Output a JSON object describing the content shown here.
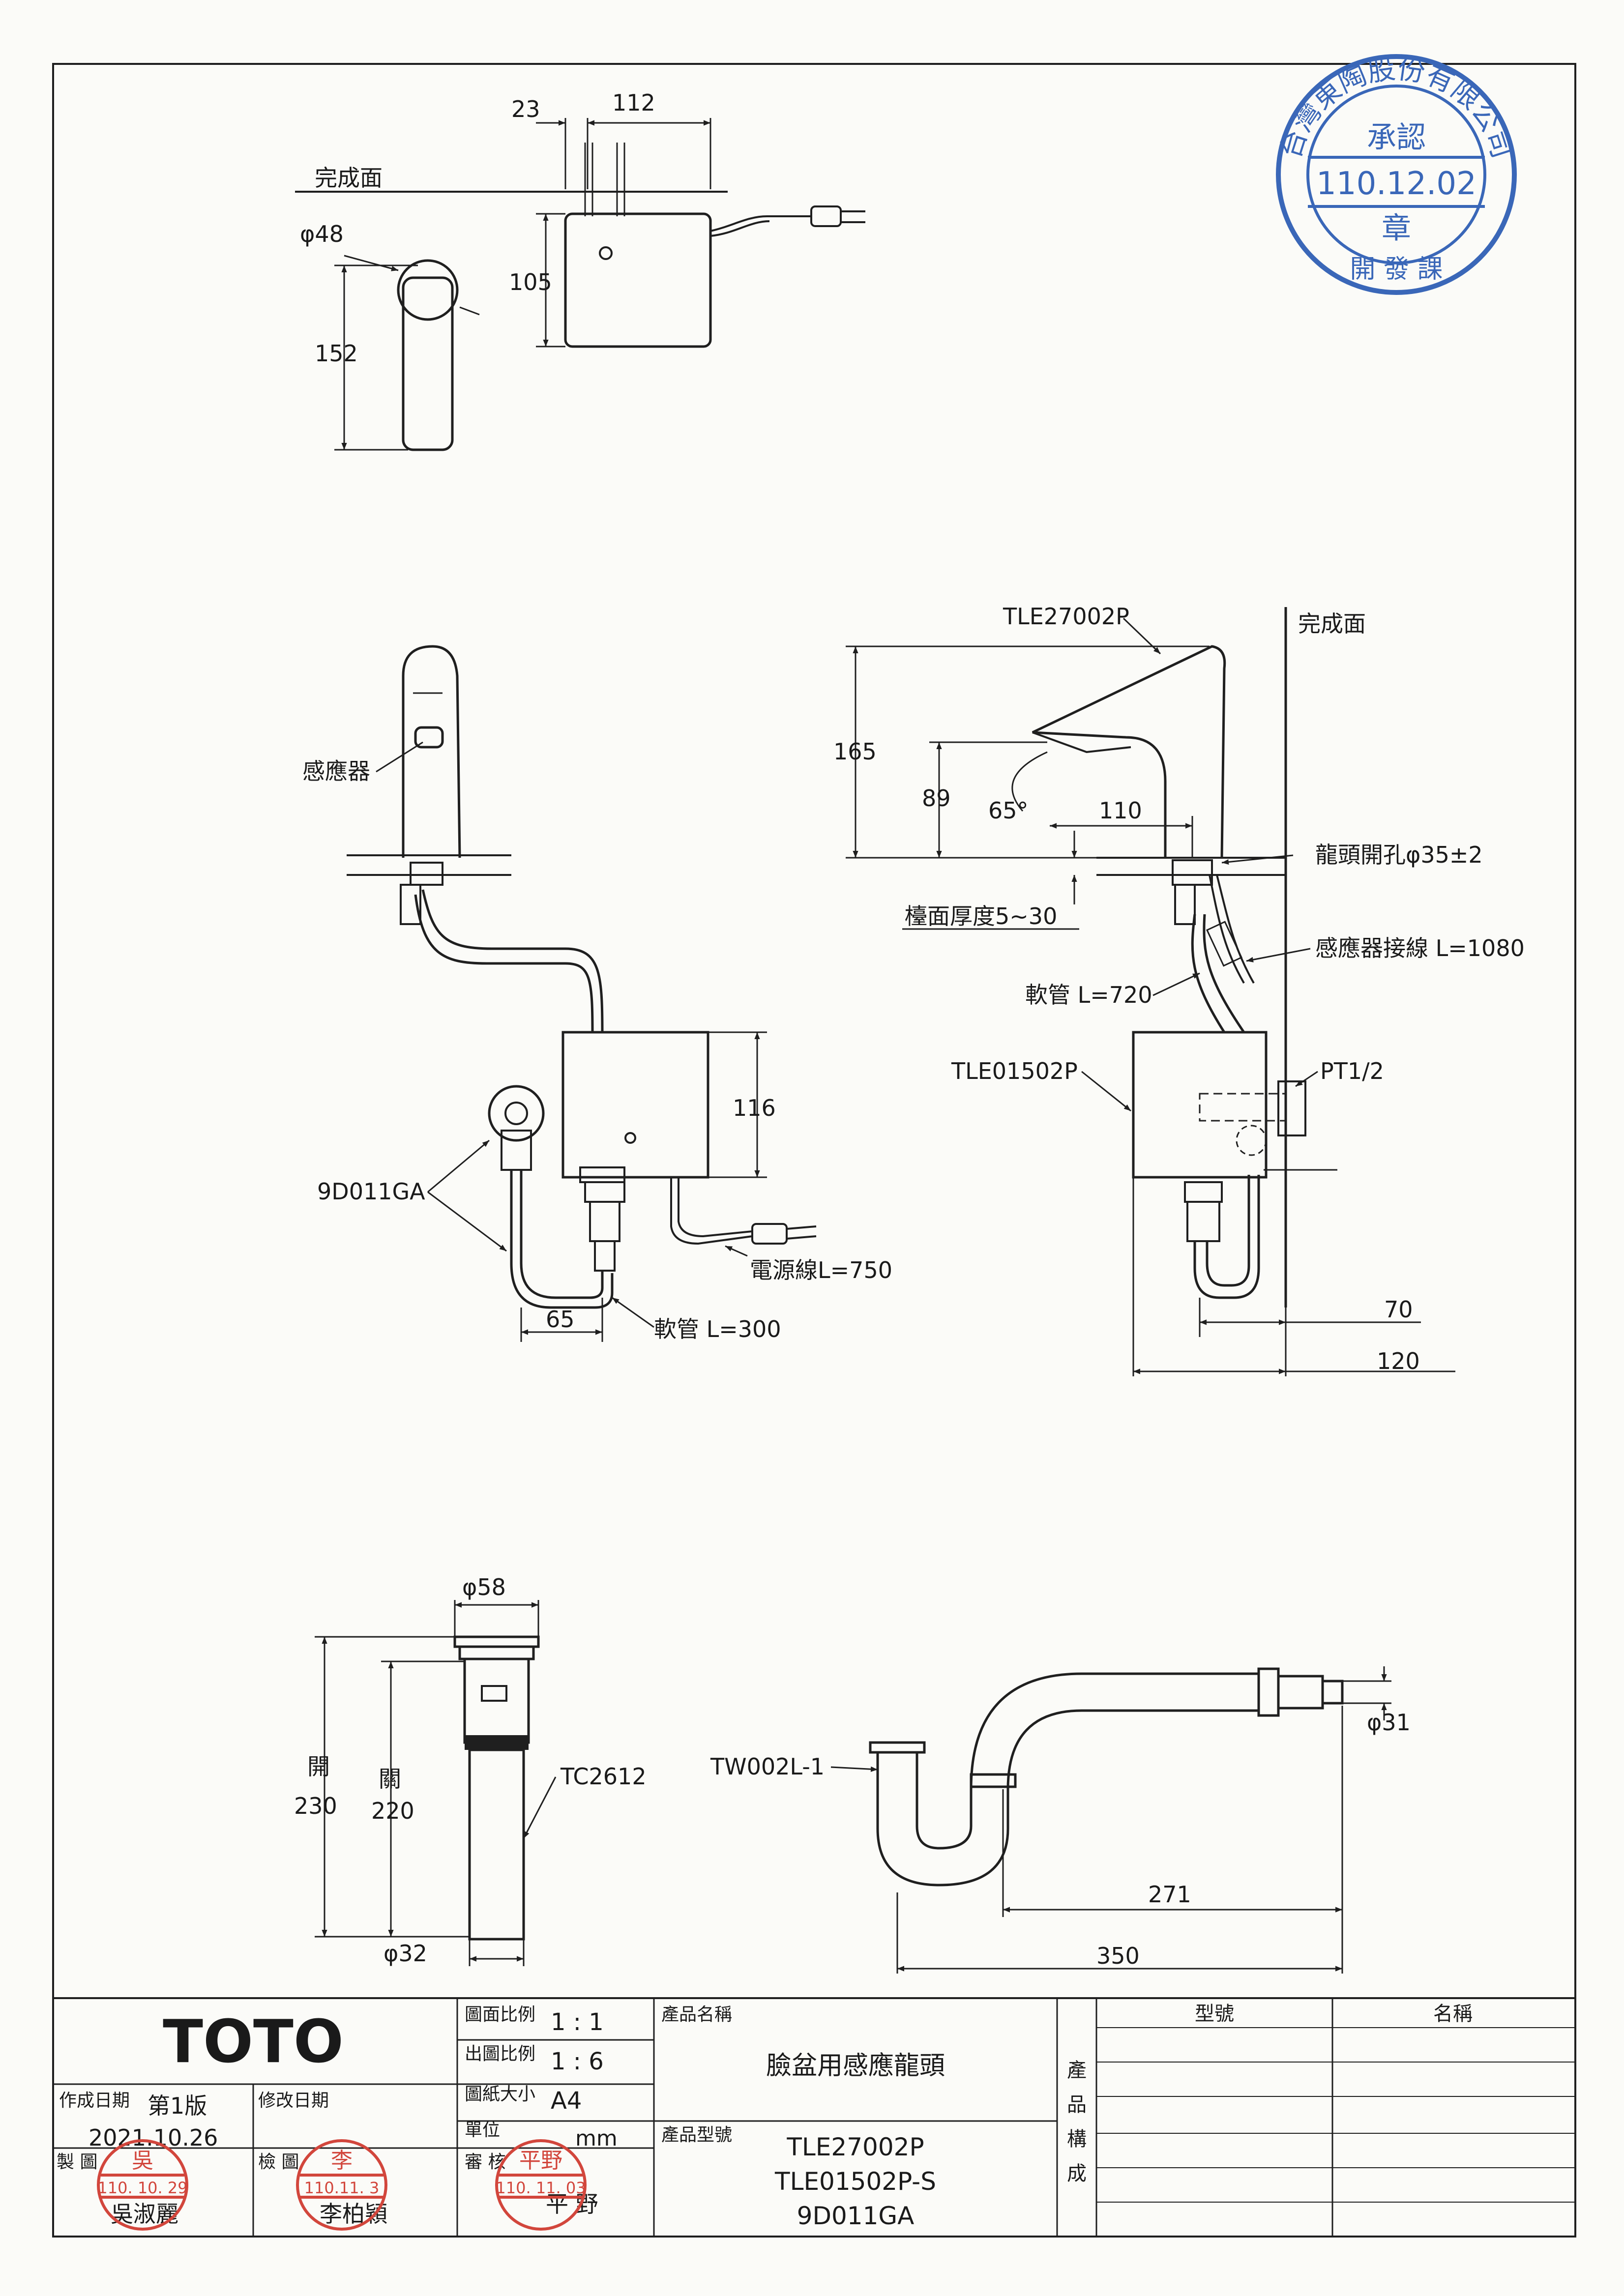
{
  "labels": {
    "top_view": {
      "finish_surface": "完成面",
      "dim_23": "23",
      "dim_112": "112",
      "dim_phi48": "φ48",
      "dim_105": "105",
      "dim_152": "152"
    },
    "front_view": {
      "sensor": "感應器",
      "dim_116": "116",
      "part_9d011ga": "9D011GA",
      "power_cord": "電源線L=750",
      "hose_300": "軟管 L=300",
      "dim_65": "65"
    },
    "side_view": {
      "part_faucet": "TLE27002P",
      "finish_surface": "完成面",
      "dim_165": "165",
      "dim_89": "89",
      "angle_65": "65°",
      "dim_110": "110",
      "hole": "龍頭開孔φ35±2",
      "counter_thickness": "檯面厚度5~30",
      "sensor_wire": "感應器接線 L=1080",
      "hose_720": "軟管 L=720",
      "part_control": "TLE01502P",
      "pt": "PT1/2",
      "dim_70": "70",
      "dim_120": "120"
    },
    "drain_view": {
      "dim_phi58": "φ58",
      "open_label": "開",
      "open_val": "230",
      "close_label": "關",
      "close_val": "220",
      "part": "TC2612",
      "dim_phi32": "φ32"
    },
    "trap_view": {
      "part": "TW002L-1",
      "dim_phi31": "φ31",
      "dim_271": "271",
      "dim_350": "350"
    }
  },
  "stamp": {
    "line1": "台灣東陶股份有限公司",
    "approve": "承認",
    "date": "110.12.02",
    "chapter": "章",
    "dev": "開 發 課"
  },
  "title_block": {
    "brand": "TOTO",
    "scale_drawing_label": "圖面比例",
    "scale_drawing_val": "1 : 1",
    "scale_print_label": "出圖比例",
    "scale_print_val": "1 : 6",
    "paper_label": "圖紙大小",
    "paper_val": "A4",
    "unit_label": "單位",
    "unit_val": "mm",
    "review_label": "審 核",
    "reviewer": "平 野",
    "created_label": "作成日期",
    "version": "第1版",
    "revised_label": "修改日期",
    "created_date": "2021.10.26",
    "made_label": "製 圖",
    "maker": "吳淑麗",
    "check_label": "檢 圖",
    "checker": "李柏穎",
    "product_name_label": "產品名稱",
    "product_name": "臉盆用感應龍頭",
    "product_model_label": "產品型號",
    "models": [
      "TLE27002P",
      "TLE01502P-S",
      "9D011GA"
    ],
    "composition_label": [
      "產",
      "品",
      "構",
      "成"
    ],
    "col_model": "型號",
    "col_name": "名稱",
    "stamp_maker": {
      "name": "吳",
      "date": "110. 10. 29"
    },
    "stamp_checker": {
      "name": "李",
      "date": "110.11. 3"
    },
    "stamp_reviewer": {
      "name": "平野",
      "date": "110. 11. 03"
    }
  }
}
